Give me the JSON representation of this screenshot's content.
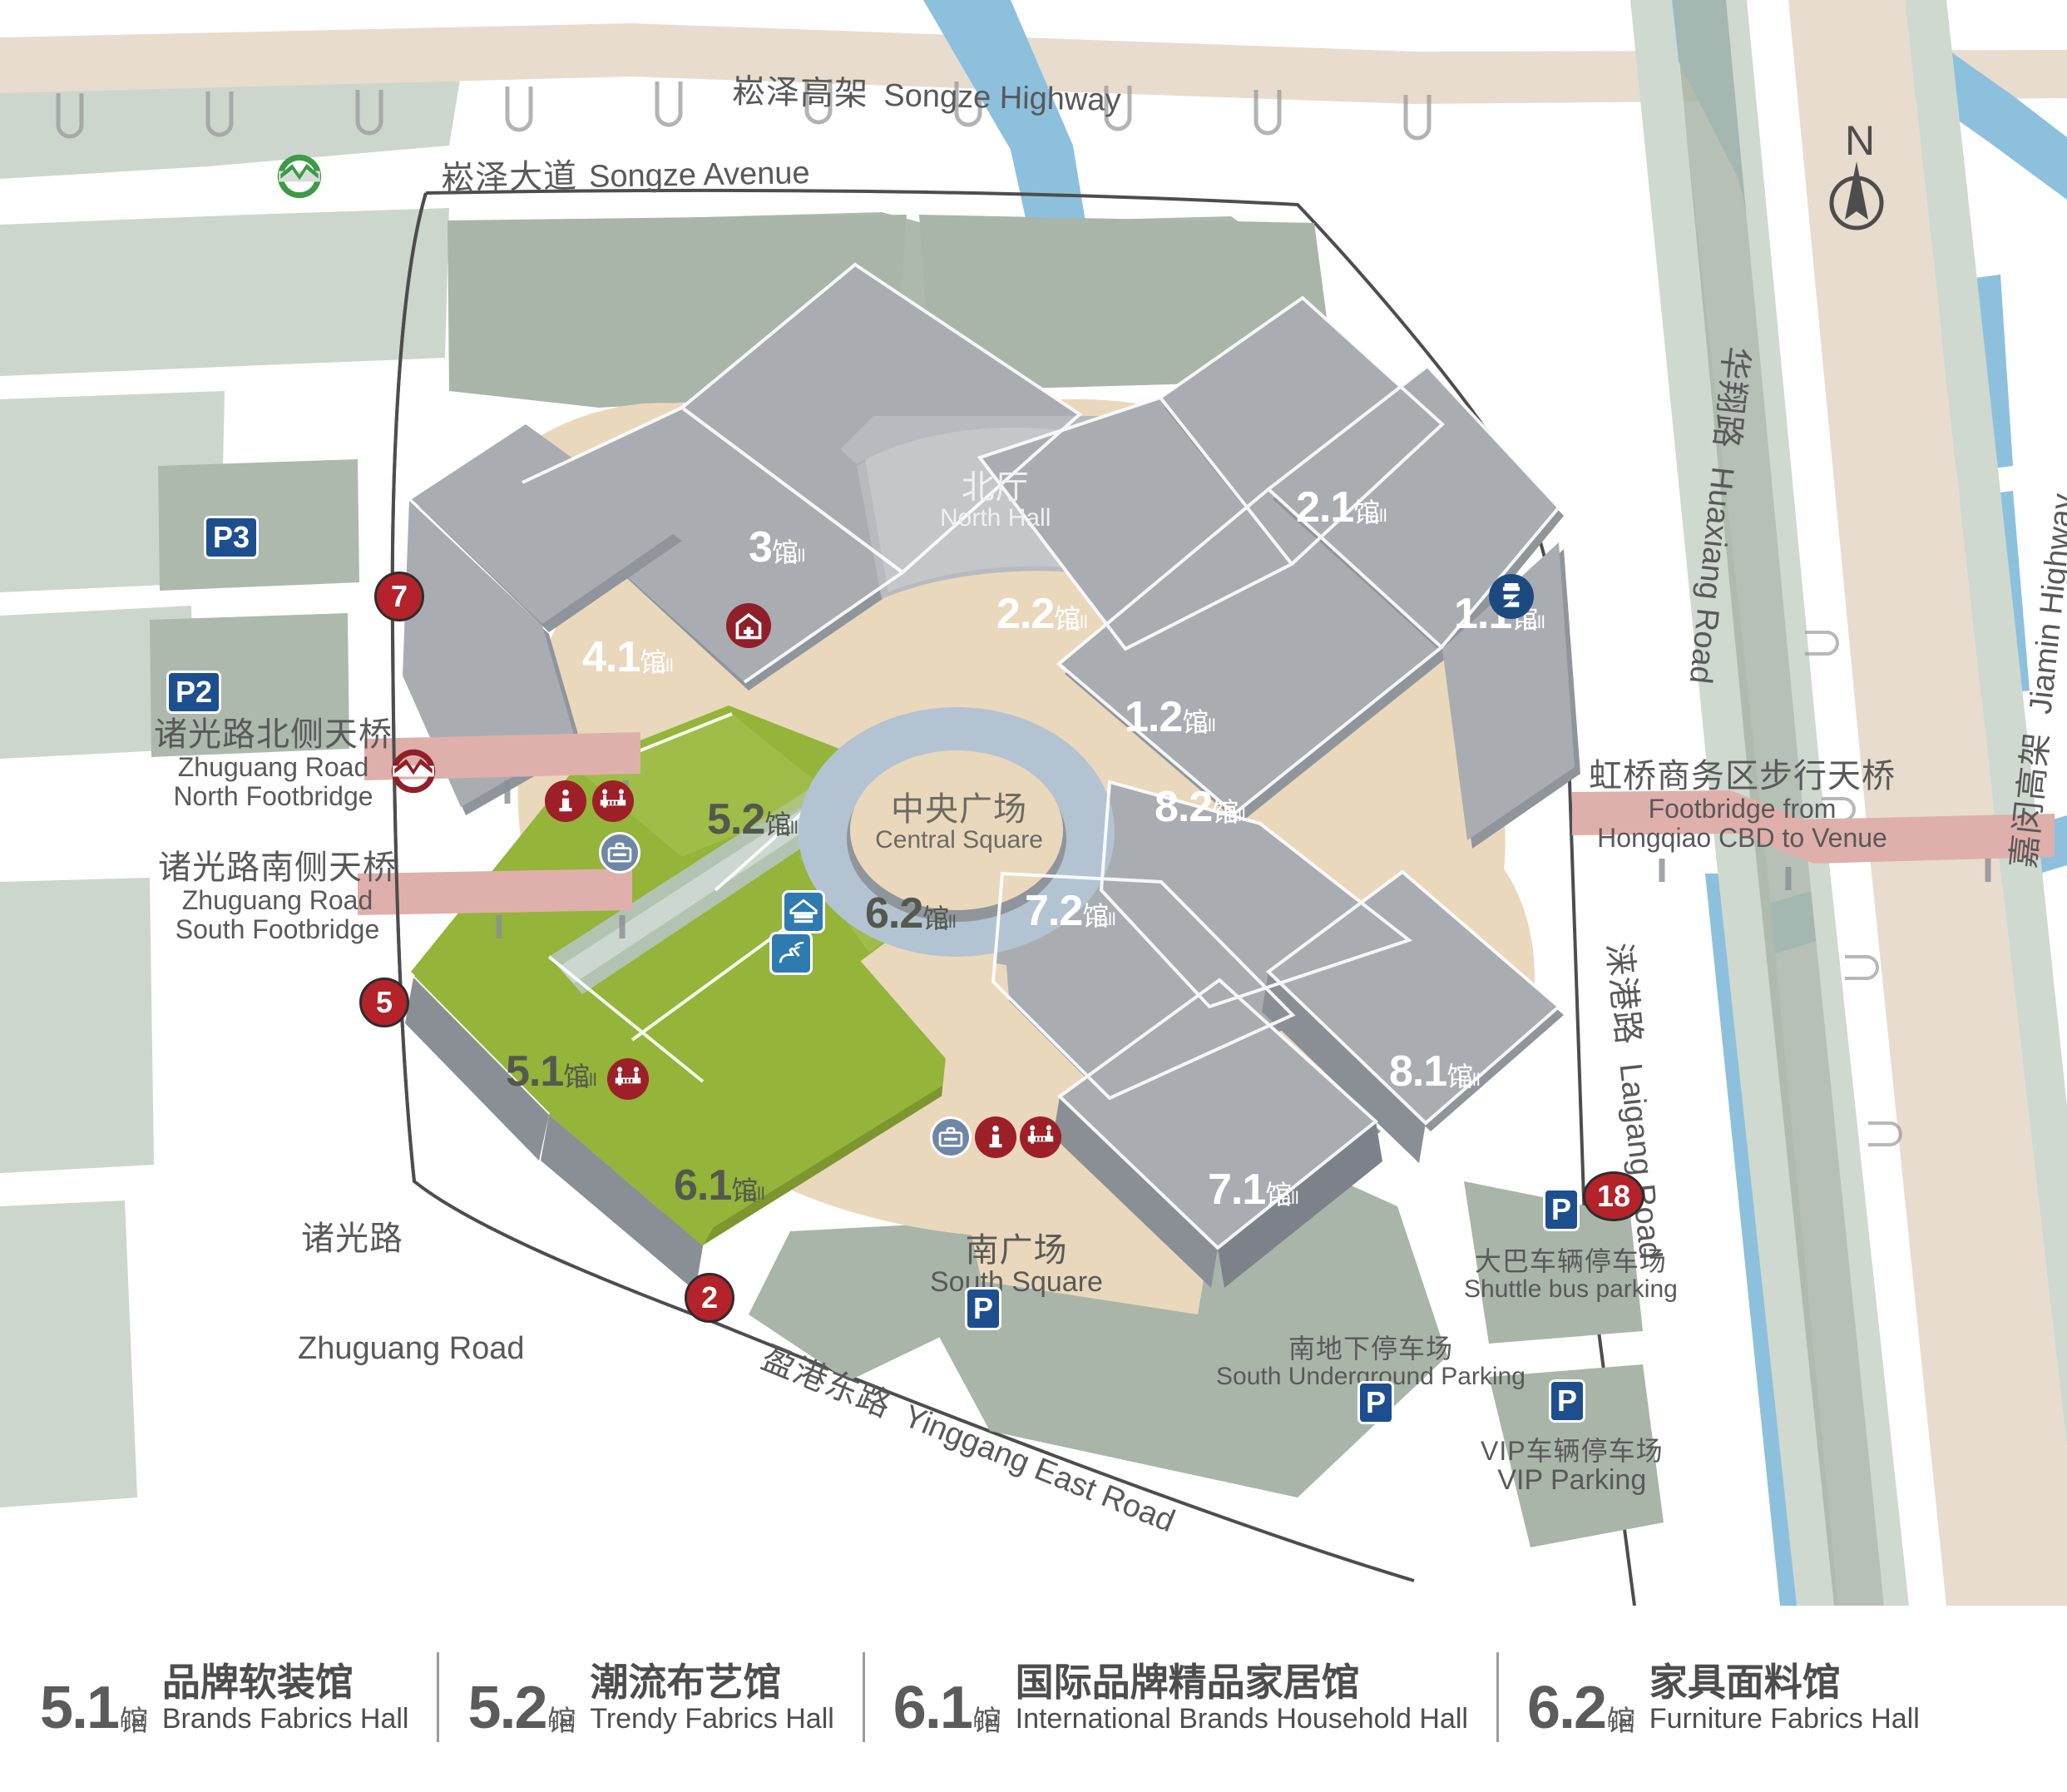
{
  "map": {
    "compass": {
      "label": "N",
      "name": "north-arrow"
    },
    "roads": [
      {
        "id": "songze-highway",
        "cn": "崧泽高架",
        "en": "Songze Highway"
      },
      {
        "id": "songze-avenue",
        "cn": "崧泽大道",
        "en": "Songze Avenue"
      },
      {
        "id": "huaxiang-road",
        "cn": "华翔路",
        "en": "Huaxiang Road"
      },
      {
        "id": "jiamin-highway",
        "cn": "嘉闵高架",
        "en": "Jiamin Highway"
      },
      {
        "id": "laigang-road",
        "cn": "涞港路",
        "en": "Laigang Road"
      },
      {
        "id": "zhuguang-road",
        "cn": "诸光路",
        "en": "Zhuguang Road"
      },
      {
        "id": "yinggang-east-road",
        "cn": "盈港东路",
        "en": "Yinggang East Road"
      }
    ],
    "footbridges": [
      {
        "id": "zhuguang-north",
        "cn": "诸光路北侧天桥",
        "en1": "Zhuguang Road",
        "en2": "North Footbridge"
      },
      {
        "id": "zhuguang-south",
        "cn": "诸光路南侧天桥",
        "en1": "Zhuguang Road",
        "en2": "South Footbridge"
      },
      {
        "id": "hongqiao-cbd",
        "cn": "虹桥商务区步行天桥",
        "en1": "Footbridge from",
        "en2": "Hongqiao CBD to Venue"
      }
    ],
    "halls": [
      {
        "id": "hall-3",
        "num": "3",
        "g": "馆",
        "h": "Hall",
        "color": "white"
      },
      {
        "id": "hall-4-1",
        "num": "4.1",
        "g": "馆",
        "h": "Hall",
        "color": "white"
      },
      {
        "id": "hall-2-1",
        "num": "2.1",
        "g": "馆",
        "h": "Hall",
        "color": "white"
      },
      {
        "id": "hall-2-2",
        "num": "2.2",
        "g": "馆",
        "h": "Hall",
        "color": "white"
      },
      {
        "id": "hall-1-1",
        "num": "1.1",
        "g": "馆",
        "h": "Hall",
        "color": "white"
      },
      {
        "id": "hall-1-2",
        "num": "1.2",
        "g": "馆",
        "h": "Hall",
        "color": "white"
      },
      {
        "id": "hall-8-2",
        "num": "8.2",
        "g": "馆",
        "h": "Hall",
        "color": "white"
      },
      {
        "id": "hall-8-1",
        "num": "8.1",
        "g": "馆",
        "h": "Hall",
        "color": "white"
      },
      {
        "id": "hall-7-2",
        "num": "7.2",
        "g": "馆",
        "h": "Hall",
        "color": "white"
      },
      {
        "id": "hall-7-1",
        "num": "7.1",
        "g": "馆",
        "h": "Hall",
        "color": "white"
      },
      {
        "id": "hall-5-2",
        "num": "5.2",
        "g": "馆",
        "h": "Hall",
        "color": "dark"
      },
      {
        "id": "hall-5-1",
        "num": "5.1",
        "g": "馆",
        "h": "Hall",
        "color": "dark"
      },
      {
        "id": "hall-6-2",
        "num": "6.2",
        "g": "馆",
        "h": "Hall",
        "color": "dark"
      },
      {
        "id": "hall-6-1",
        "num": "6.1",
        "g": "馆",
        "h": "Hall",
        "color": "dark"
      }
    ],
    "places": [
      {
        "id": "north-hall",
        "cn": "北厅",
        "en": "North Hall"
      },
      {
        "id": "central-square",
        "cn": "中央广场",
        "en": "Central Square"
      },
      {
        "id": "south-square",
        "cn": "南广场",
        "en": "South Square"
      }
    ],
    "parking": [
      {
        "id": "p3",
        "label": "P3"
      },
      {
        "id": "p2",
        "label": "P2"
      },
      {
        "id": "south-underground",
        "label": "P",
        "cn": "南地下停车场",
        "en": "South Underground Parking"
      },
      {
        "id": "shuttle-bus",
        "label": "P",
        "cn": "大巴车辆停车场",
        "en": "Shuttle bus parking"
      },
      {
        "id": "vip",
        "label": "P",
        "cn": "VIP车辆停车场",
        "en": "VIP Parking"
      },
      {
        "id": "south-square-p",
        "label": "P"
      }
    ],
    "gates": [
      {
        "id": "gate-7",
        "label": "7"
      },
      {
        "id": "gate-5",
        "label": "5"
      },
      {
        "id": "gate-2",
        "label": "2"
      },
      {
        "id": "gate-18",
        "label": "18"
      }
    ],
    "colors": {
      "gate_red": "#b4222a",
      "hall_gray": "#a9adb2",
      "hall_green": "#94b43a",
      "plaza_sand": "#ead8bd",
      "water_blue": "#8dc0dd",
      "block_green": "#ccd6cd",
      "parking_blue": "#1d4f8f",
      "metro_green": "#3d9a46",
      "metro_red": "#8f1f28"
    }
  },
  "legend": {
    "items": [
      {
        "num": "5.1",
        "g": "馆",
        "h": "Hall",
        "cn": "品牌软装馆",
        "en": "Brands Fabrics Hall"
      },
      {
        "num": "5.2",
        "g": "馆",
        "h": "Hall",
        "cn": "潮流布艺馆",
        "en": "Trendy Fabrics Hall"
      },
      {
        "num": "6.1",
        "g": "馆",
        "h": "Hall",
        "cn": "国际品牌精品家居馆",
        "en": "International Brands Household Hall"
      },
      {
        "num": "6.2",
        "g": "馆",
        "h": "Hall",
        "cn": "家具面料馆",
        "en": "Furniture Fabrics Hall"
      }
    ]
  }
}
